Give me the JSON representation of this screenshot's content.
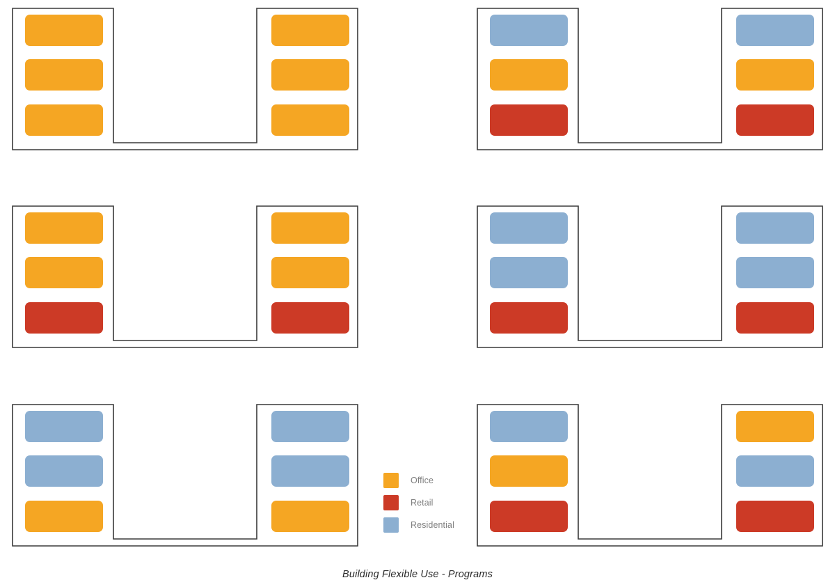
{
  "caption": "Building Flexible Use - Programs",
  "colors": {
    "office": "#F5A623",
    "retail": "#CC3A26",
    "residential": "#8CAFD1",
    "outline": "#3a3a3a",
    "background": "#ffffff",
    "legend_text": "#808080",
    "caption_text": "#2b2b2b"
  },
  "legend": {
    "items": [
      {
        "key": "office",
        "label": "Office",
        "color": "#F5A623"
      },
      {
        "key": "retail",
        "label": "Retail",
        "color": "#CC3A26"
      },
      {
        "key": "residential",
        "label": "Residential",
        "color": "#8CAFD1"
      }
    ]
  },
  "panels": [
    {
      "id": "panel-1",
      "row": 0,
      "col": 0,
      "left_wing": [
        "office",
        "office",
        "office"
      ],
      "right_wing": [
        "office",
        "office",
        "office"
      ]
    },
    {
      "id": "panel-2",
      "row": 0,
      "col": 1,
      "left_wing": [
        "residential",
        "office",
        "retail"
      ],
      "right_wing": [
        "residential",
        "office",
        "retail"
      ]
    },
    {
      "id": "panel-3",
      "row": 1,
      "col": 0,
      "left_wing": [
        "office",
        "office",
        "retail"
      ],
      "right_wing": [
        "office",
        "office",
        "retail"
      ]
    },
    {
      "id": "panel-4",
      "row": 1,
      "col": 1,
      "left_wing": [
        "residential",
        "residential",
        "retail"
      ],
      "right_wing": [
        "residential",
        "residential",
        "retail"
      ]
    },
    {
      "id": "panel-5",
      "row": 2,
      "col": 0,
      "left_wing": [
        "residential",
        "residential",
        "office"
      ],
      "right_wing": [
        "residential",
        "residential",
        "office"
      ]
    },
    {
      "id": "panel-6",
      "row": 2,
      "col": 1,
      "left_wing": [
        "residential",
        "office",
        "retail"
      ],
      "right_wing": [
        "office",
        "residential",
        "retail"
      ]
    }
  ]
}
